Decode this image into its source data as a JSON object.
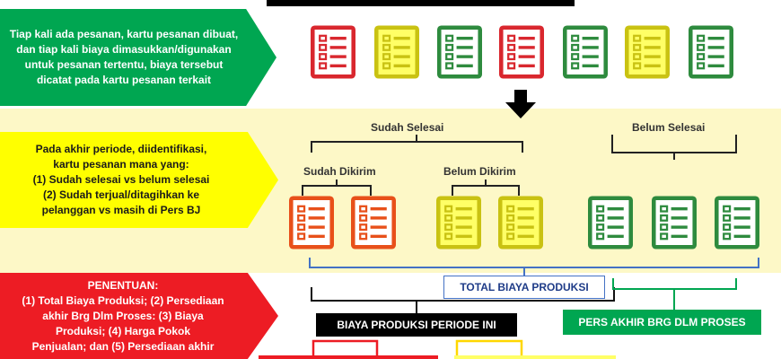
{
  "step1": {
    "text": "Tiap kali ada pesanan, kartu pesanan dibuat, dan tiap kali biaya dimasukkan/digunakan untuk pesanan tertentu, biaya tersebut dicatat pada kartu pesanan terkait"
  },
  "step2": {
    "line1": "Pada akhir periode, diidentifikasi,",
    "line2": "kartu pesanan mana yang:",
    "line3": "(1) Sudah selesai vs belum selesai",
    "line4": "(2) Sudah terjual/ditagihkan ke",
    "line5": "pelanggan vs masih di Pers BJ"
  },
  "step3": {
    "title": "PENENTUAN:",
    "line1": "(1) Total Biaya Produksi; (2) Persediaan",
    "line2": "akhir Brg Dlm Proses: (3) Biaya",
    "line3": "Produksi; (4) Harga Pokok",
    "line4": "Penjualan; dan (5) Persediaan akhir"
  },
  "labels": {
    "sudah_selesai": "Sudah Selesai",
    "belum_selesai": "Belum Selesai",
    "sudah_dikirim": "Sudah Dikirim",
    "belum_dikirim": "Belum Dikirim"
  },
  "boxes": {
    "total": "TOTAL BIAYA PRODUKSI",
    "biaya_periode": "BIAYA PRODUKSI PERIODE INI",
    "pers_akhir": "PERS AKHIR BRG DLM PROSES"
  },
  "colors": {
    "red": "#ed1c24",
    "yellow": "#ffff00",
    "green": "#00a651",
    "orange": "#e8501a",
    "blue": "#4472c4",
    "card_red": "#d9272e",
    "card_yellow_stroke": "#c9c212",
    "card_green": "#2e8b3e"
  },
  "cards": {
    "top_row_colors": [
      "red",
      "yellow",
      "green",
      "red",
      "green",
      "yellow",
      "green"
    ],
    "bottom_groups": [
      "sudah-dikirim",
      "belum-dikirim",
      "belum-selesai"
    ]
  }
}
